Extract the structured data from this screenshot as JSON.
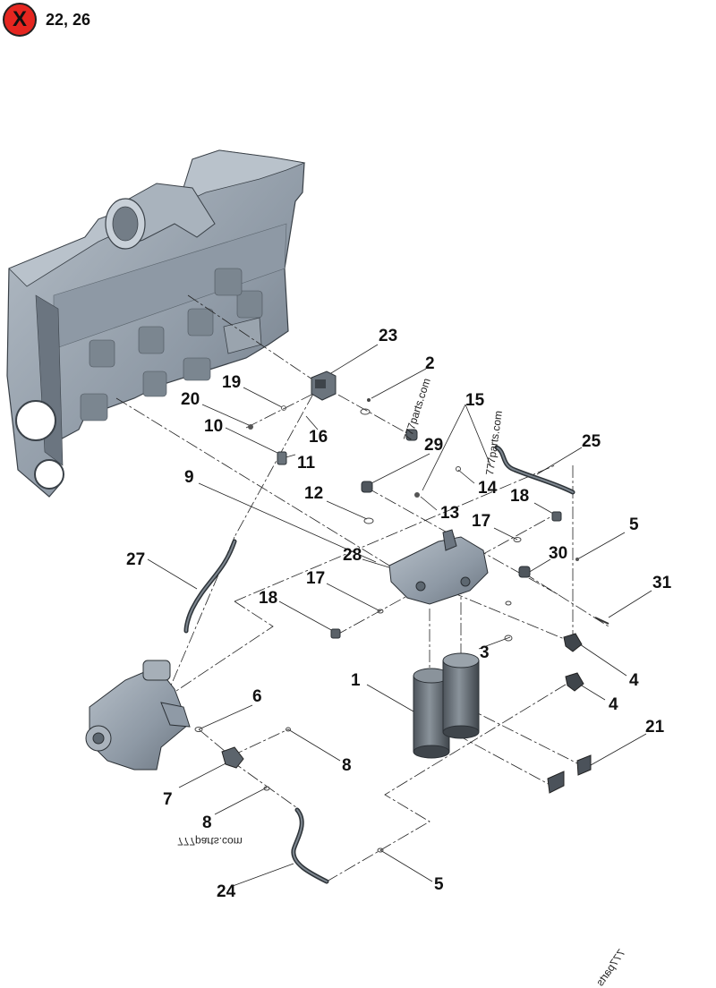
{
  "header": {
    "exclusion_icon_glyph": "X",
    "excluded_items": "22, 26",
    "exclusion_icon_color": "#e52620"
  },
  "callouts": [
    "23",
    "2",
    "19",
    "20",
    "10",
    "16",
    "11",
    "15",
    "29",
    "25",
    "9",
    "12",
    "14",
    "13",
    "18",
    "17",
    "5",
    "30",
    "28",
    "27",
    "31",
    "17",
    "18",
    "3",
    "4",
    "1",
    "4",
    "6",
    "21",
    "8",
    "7",
    "8",
    "24",
    "5"
  ],
  "watermarks": [
    "777parts.com",
    "777parts.com",
    "777parts.com",
    "777parts"
  ],
  "colors": {
    "part_fill": "#8f9aa6",
    "part_shadow": "#5d6770",
    "part_highlight": "#b8c1ca",
    "line": "#222222"
  }
}
